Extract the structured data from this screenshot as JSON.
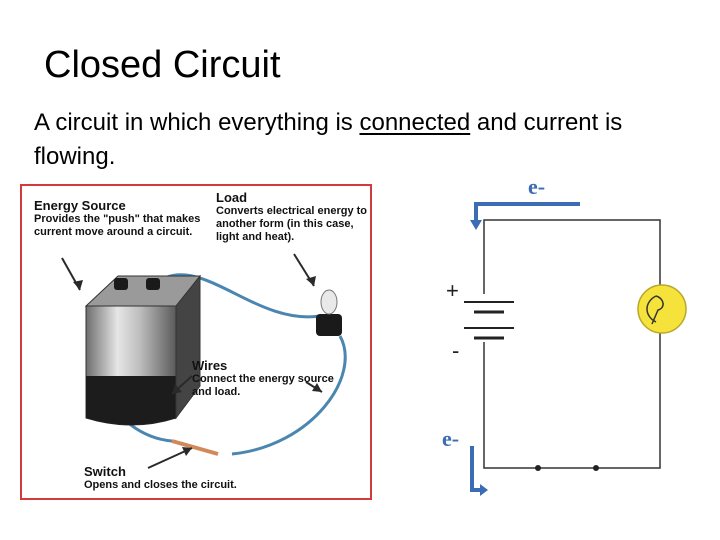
{
  "slide": {
    "title": "Closed Circuit",
    "body_prefix": "A circuit in which everything is ",
    "body_emphasis": "connected",
    "body_suffix": " and current is flowing."
  },
  "illustration": {
    "energy_source": {
      "heading": "Energy Source",
      "description": "Provides the \"push\" that makes current move around a circuit."
    },
    "load": {
      "heading": "Load",
      "description": "Converts electrical energy to another form (in this case, light and heat)."
    },
    "wires": {
      "heading": "Wires",
      "description": "Connect the energy source and load."
    },
    "switch": {
      "heading": "Switch",
      "description": "Opens and closes the circuit."
    }
  },
  "schematic": {
    "electron_top": "e-",
    "electron_bottom": "e-",
    "positive_terminal": "+",
    "negative_terminal": "-"
  },
  "colors": {
    "frame_border": "#d43a3a",
    "wire": "#4a86b0",
    "electron_arrow": "#3c6cb4",
    "bulb": "#f5e23a"
  }
}
